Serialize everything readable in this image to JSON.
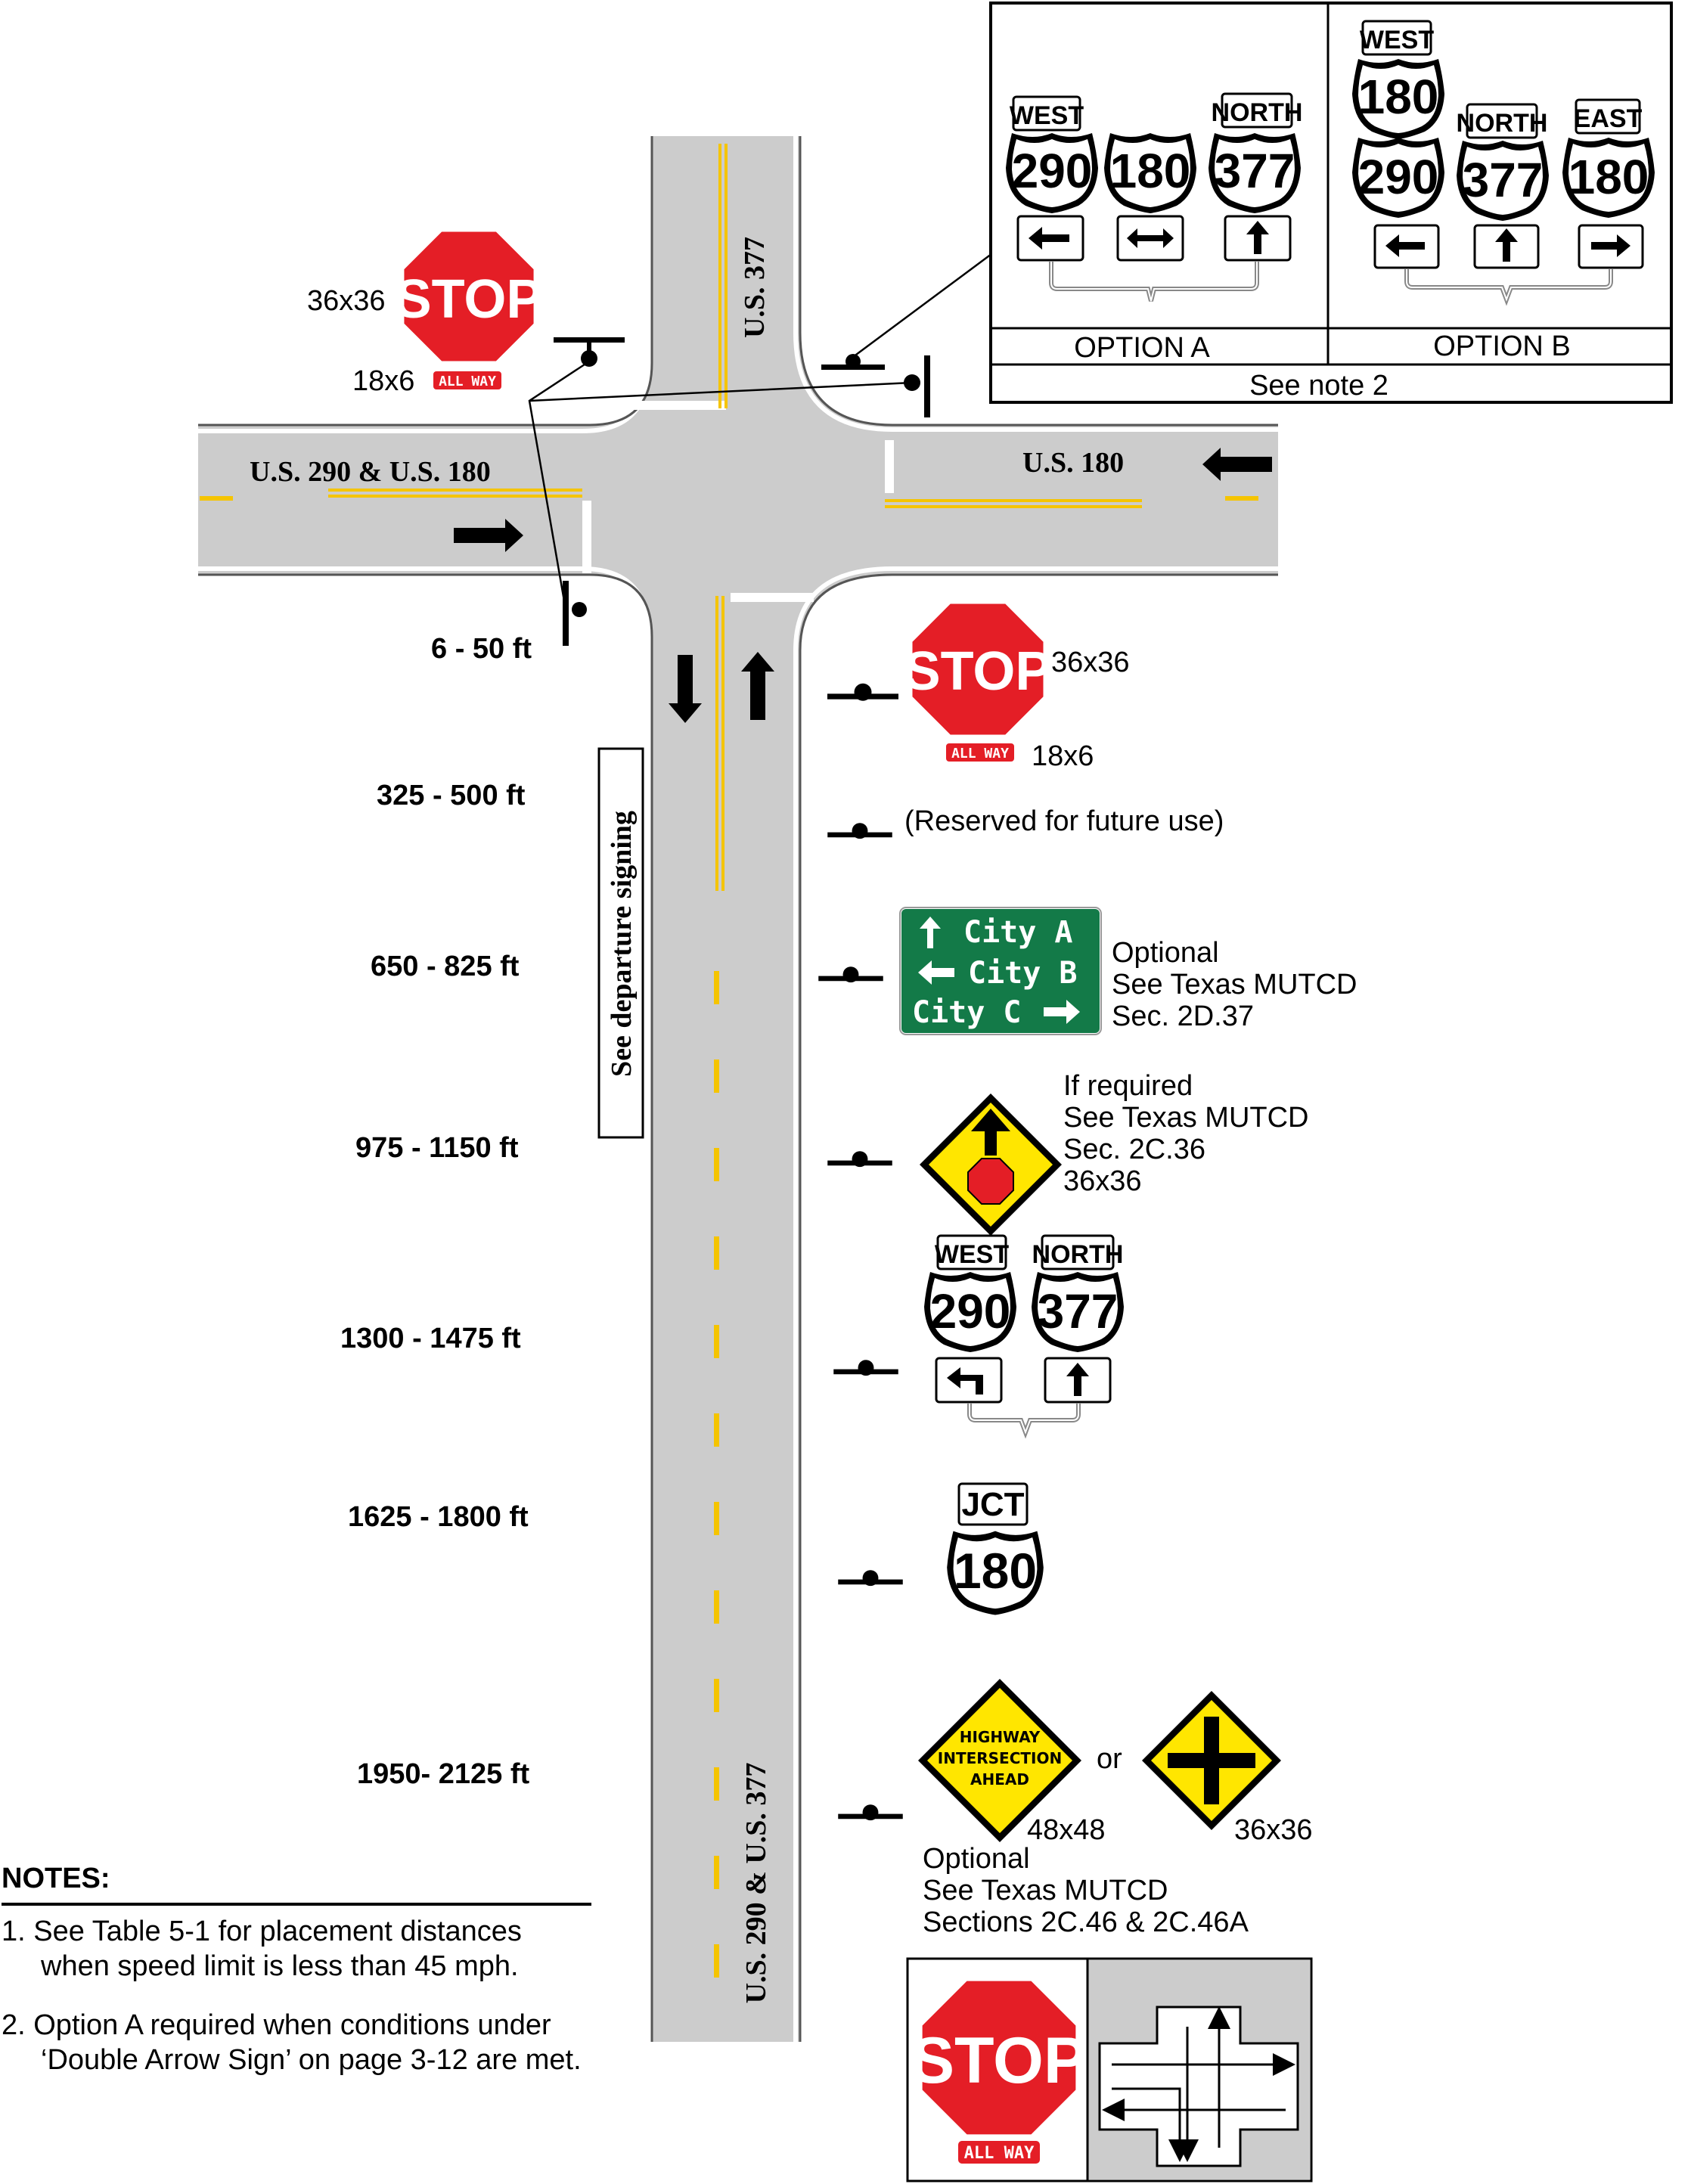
{
  "roads": {
    "north_leg": "U.S. 377",
    "west_leg": "U.S. 290 & U.S. 180",
    "east_leg": "U.S. 180",
    "south_leg": "U.S. 290 & U.S. 377"
  },
  "departure_note": "See departure signing",
  "stop_sign": {
    "text": "STOP",
    "plaque": "ALL WAY",
    "size": "36x36",
    "plaque_size": "18x6"
  },
  "distances": [
    "6 - 50 ft",
    "325 - 500 ft",
    "650 - 825 ft",
    "975 - 1150 ft",
    "1300 - 1475 ft",
    "1625 - 1800 ft",
    "1950-  2125 ft"
  ],
  "reserved_note": "(Reserved for future use)",
  "guide_sign": {
    "line1": "City A",
    "line2": "City B",
    "line3": "City C",
    "note1": "Optional",
    "note2": "See Texas MUTCD",
    "note3": "Sec. 2D.37"
  },
  "stop_ahead": {
    "note1": "If required",
    "note2": "See Texas MUTCD",
    "note3": "Sec. 2C.36",
    "size": "36x36"
  },
  "advance_route": {
    "left_dir": "WEST",
    "left_route": "290",
    "right_dir": "NORTH",
    "right_route": "377"
  },
  "jct": {
    "text": "JCT",
    "route": "180"
  },
  "intersection_ahead": {
    "line1": "HIGHWAY",
    "line2": "INTERSECTION",
    "line3": "AHEAD",
    "or_text": "or",
    "size_text": "48x48",
    "size_symbol": "36x36",
    "note1": "Optional",
    "note2": "See Texas MUTCD",
    "note3": "Sections 2C.46 & 2C.46A"
  },
  "options": {
    "a_label": "OPTION A",
    "b_label": "OPTION B",
    "footer": "See note 2",
    "a": {
      "west": "WEST",
      "north": "NORTH",
      "r1": "290",
      "r2": "180",
      "r3": "377"
    },
    "b": {
      "west": "WEST",
      "north": "NORTH",
      "east": "EAST",
      "r_top": "180",
      "r1": "290",
      "r2": "377",
      "r3": "180"
    }
  },
  "notes": {
    "heading": "NOTES:",
    "n1_a": "1.  See Table 5-1 for placement distances",
    "n1_b": "when speed limit is less than 45 mph.",
    "n2_a": "2.  Option A required when conditions under",
    "n2_b": "‘Double Arrow Sign’ on page 3-12 are met."
  },
  "colors": {
    "road": "#cccccc",
    "yellow": "#f5c400",
    "stop_red": "#e41e26",
    "guide_green": "#137a48",
    "warning_yellow": "#ffe600"
  }
}
